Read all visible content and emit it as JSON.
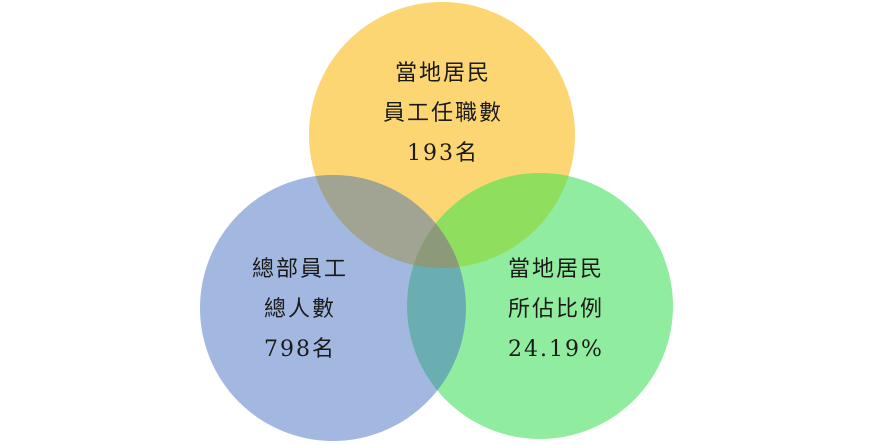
{
  "colors": {
    "top_circle": "#fcd672",
    "left_circle": "#a2b8e1",
    "right_circle": "#90ed9f",
    "top_left_overlap": "#a1a492",
    "top_right_overlap": "#8fde5e",
    "left_right_overlap": "#6aaeb1",
    "center_overlap": "#8c9a7a"
  },
  "circles": {
    "top": {
      "line1": "當地居民",
      "line2": "員工任職數",
      "line3": "193名"
    },
    "left": {
      "line1": "總部員工",
      "line2": "總人數",
      "line3": "798名"
    },
    "right": {
      "line1": "當地居民",
      "line2": "所佔比例",
      "line3": "24.19%"
    }
  }
}
